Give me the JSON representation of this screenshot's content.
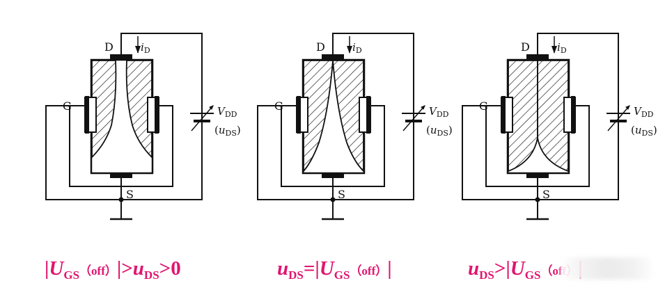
{
  "labels": {
    "drain": "D",
    "gate": "G",
    "source": "S",
    "current": "i",
    "current_sub": "D",
    "supply": "V",
    "supply_sub": "DD",
    "uds_open": "(",
    "uds": "u",
    "uds_sub": "DS",
    "uds_close": ")"
  },
  "captions": [
    {
      "bar_l": "|",
      "U": "U",
      "U_sub": "GS",
      "off": "（off）",
      "bar_r": "|",
      "gt1": ">",
      "u": "u",
      "u_sub": "DS",
      "gt2": ">",
      "zero": "0"
    },
    {
      "u": "u",
      "u_sub": "DS",
      "eq": "=",
      "bar_l": "|",
      "U": "U",
      "U_sub": "GS",
      "off": "（off）",
      "bar_r": "|"
    },
    {
      "u": "u",
      "u_sub": "DS",
      "gt": ">",
      "bar_l": "|",
      "U": "U",
      "U_sub": "GS",
      "off": "（off）",
      "bar_r": "|"
    }
  ],
  "colors": {
    "caption": "#e0156f",
    "line": "#111111"
  }
}
